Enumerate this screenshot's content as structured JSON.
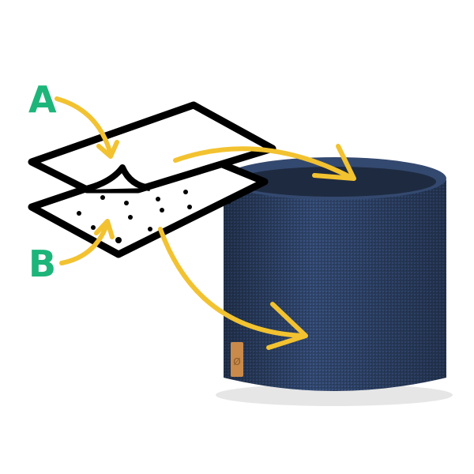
{
  "labels": {
    "a": "A",
    "b": "B"
  },
  "colors": {
    "label_green": "#1db57a",
    "arrow_yellow": "#f2c230",
    "knit_blue": "#2f4468",
    "outline": "#000000",
    "leather_tag": "#c98a4a"
  },
  "tag_logo": "Ø"
}
